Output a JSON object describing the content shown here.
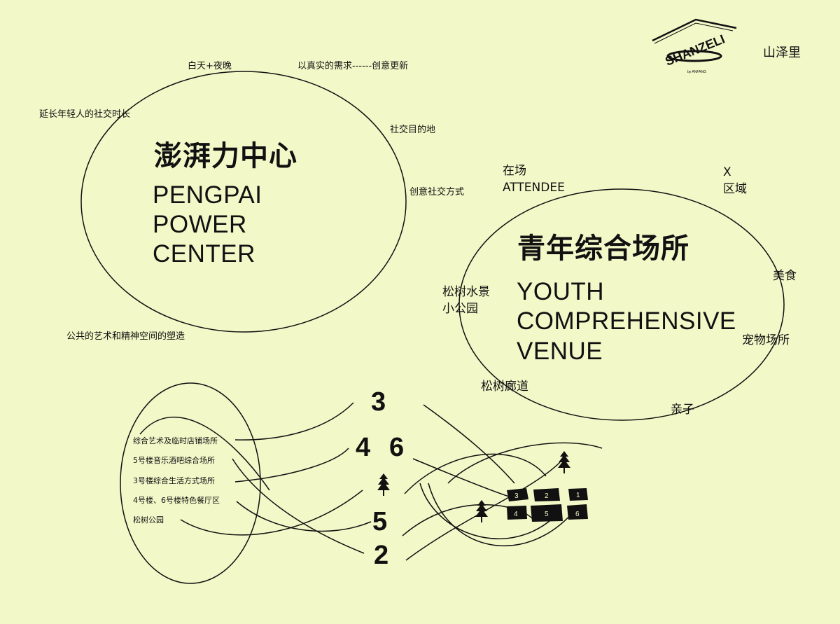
{
  "brand": {
    "logo_text": "SHANZELI",
    "logo_byline": "by ANFANG",
    "name_cn": "山泽里"
  },
  "center_left": {
    "title_cn": "澎湃力中心",
    "title_en": [
      "PENGPAI",
      "POWER",
      "CENTER"
    ],
    "labels": {
      "day_night": "白天+夜晚",
      "real_need": "以真实的需求------创意更新",
      "extend_social": "延长年轻人的社交时长",
      "social_destination": "社交目的地",
      "creative_social": "创意社交方式",
      "public_art": "公共的艺术和精神空间的塑造"
    }
  },
  "center_right": {
    "title_cn": "青年综合场所",
    "title_en": [
      "YOUTH",
      "COMPREHENSIVE",
      "VENUE"
    ],
    "labels": {
      "attendee_cn": "在场",
      "attendee_en": "ATTENDEE",
      "x": "X",
      "region": "区域",
      "pine_garden_1": "松树水景",
      "pine_garden_2": "小公园",
      "food": "美食",
      "pet": "宠物场所",
      "pine_corridor": "松树廊道",
      "family": "亲子"
    }
  },
  "legend": {
    "items": [
      "综合艺术及临时店铺场所",
      "5号楼音乐酒吧综合场所",
      "3号楼综合生活方式场所",
      "4号楼、6号楼特色餐厅区",
      "松树公园"
    ]
  },
  "building_numbers": {
    "n3": "3",
    "n4": "4",
    "n6": "6",
    "n5": "5",
    "n2": "2"
  },
  "mini_map": {
    "blocks": [
      "3",
      "2",
      "1",
      "4",
      "5",
      "6"
    ]
  },
  "colors": {
    "background": "#f3f8c8",
    "ink": "#111111"
  }
}
